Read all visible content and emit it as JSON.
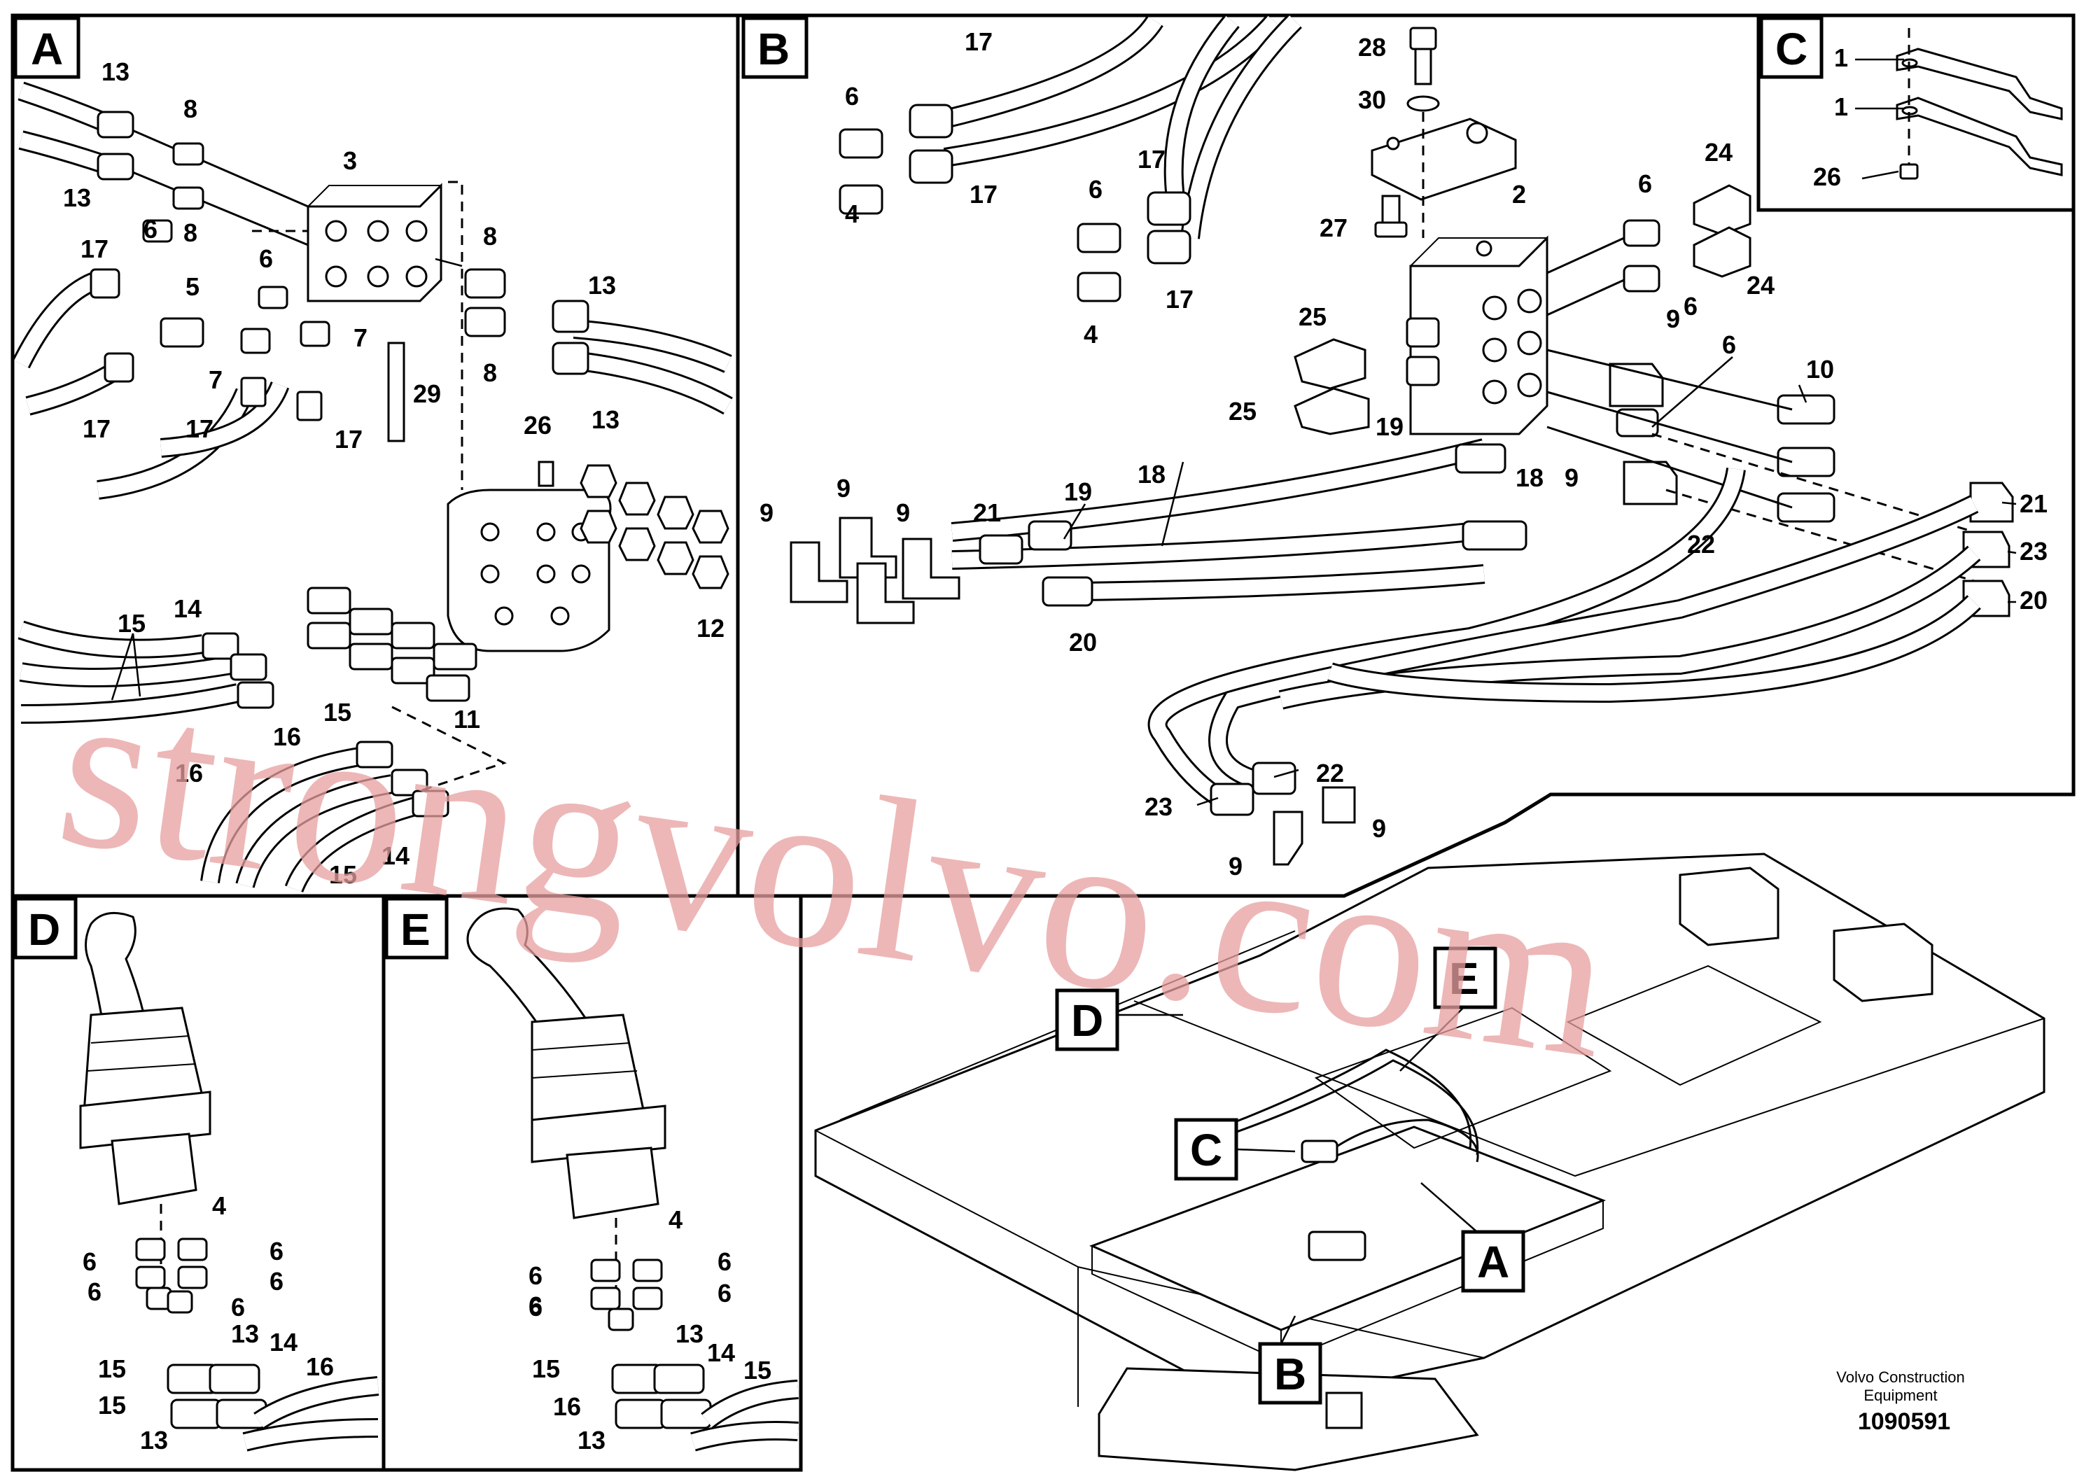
{
  "panels": {
    "A": {
      "tag": "A"
    },
    "B": {
      "tag": "B"
    },
    "C": {
      "tag": "C"
    },
    "D": {
      "tag": "D"
    },
    "E": {
      "tag": "E"
    }
  },
  "callouts": {
    "A": [
      "13",
      "13",
      "8",
      "8",
      "3",
      "6",
      "6",
      "17",
      "5",
      "8",
      "8",
      "13",
      "13",
      "7",
      "7",
      "17",
      "17",
      "17",
      "29",
      "26",
      "12",
      "14",
      "15",
      "11",
      "16",
      "16",
      "15",
      "14",
      "15"
    ],
    "B": [
      "17",
      "6",
      "17",
      "4",
      "28",
      "30",
      "2",
      "17",
      "6",
      "27",
      "17",
      "4",
      "6",
      "24",
      "24",
      "6",
      "25",
      "25",
      "9",
      "6",
      "10",
      "19",
      "18",
      "9",
      "9",
      "21",
      "19",
      "18",
      "9",
      "9",
      "22",
      "21",
      "23",
      "20",
      "20",
      "22",
      "23",
      "9",
      "9"
    ],
    "C": [
      "1",
      "1",
      "26"
    ],
    "D": [
      "4",
      "6",
      "6",
      "6",
      "6",
      "6",
      "13",
      "14",
      "15",
      "15",
      "16",
      "13"
    ],
    "E": [
      "4",
      "6",
      "6",
      "6",
      "6",
      "6",
      "13",
      "14",
      "15",
      "15",
      "16",
      "13"
    ]
  },
  "overview_tags": [
    "D",
    "E",
    "C",
    "A",
    "B"
  ],
  "watermark": "strongvolvo.com",
  "credit": {
    "line1": "Volvo Construction",
    "line2": "Equipment"
  },
  "drawing_number": "1090591"
}
